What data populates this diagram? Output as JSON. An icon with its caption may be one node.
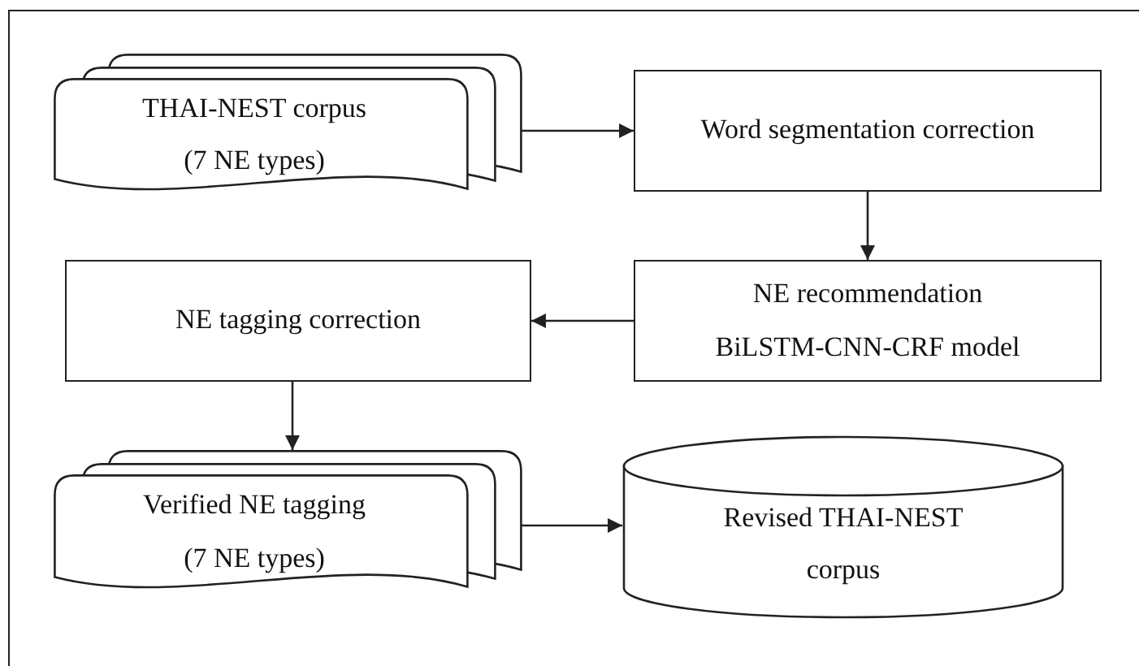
{
  "diagram": {
    "nodes": [
      {
        "text": [
          "THAI-NEST corpus (7 NE types)"
        ]
      },
      {
        "text": [
          "Word segmentation correction"
        ]
      },
      {
        "text": [
          "NE recommendation BiLSTM-CNN-CRF model"
        ]
      },
      {
        "text": [
          "NE tagging correction"
        ]
      },
      {
        "text": [
          "Verified NE tagging (7 NE types)"
        ]
      },
      {
        "text": [
          "Revised THAI-NEST corpus"
        ]
      }
    ],
    "edges": [
      {
        "from": 0,
        "to": 1,
        "arrow": "to"
      },
      {
        "from": 1,
        "to": 2,
        "arrow": "to"
      },
      {
        "from": 2,
        "to": 3,
        "arrow": "to"
      },
      {
        "from": 3,
        "to": 4,
        "arrow": "to"
      },
      {
        "from": 4,
        "to": 5,
        "arrow": "to"
      }
    ]
  }
}
